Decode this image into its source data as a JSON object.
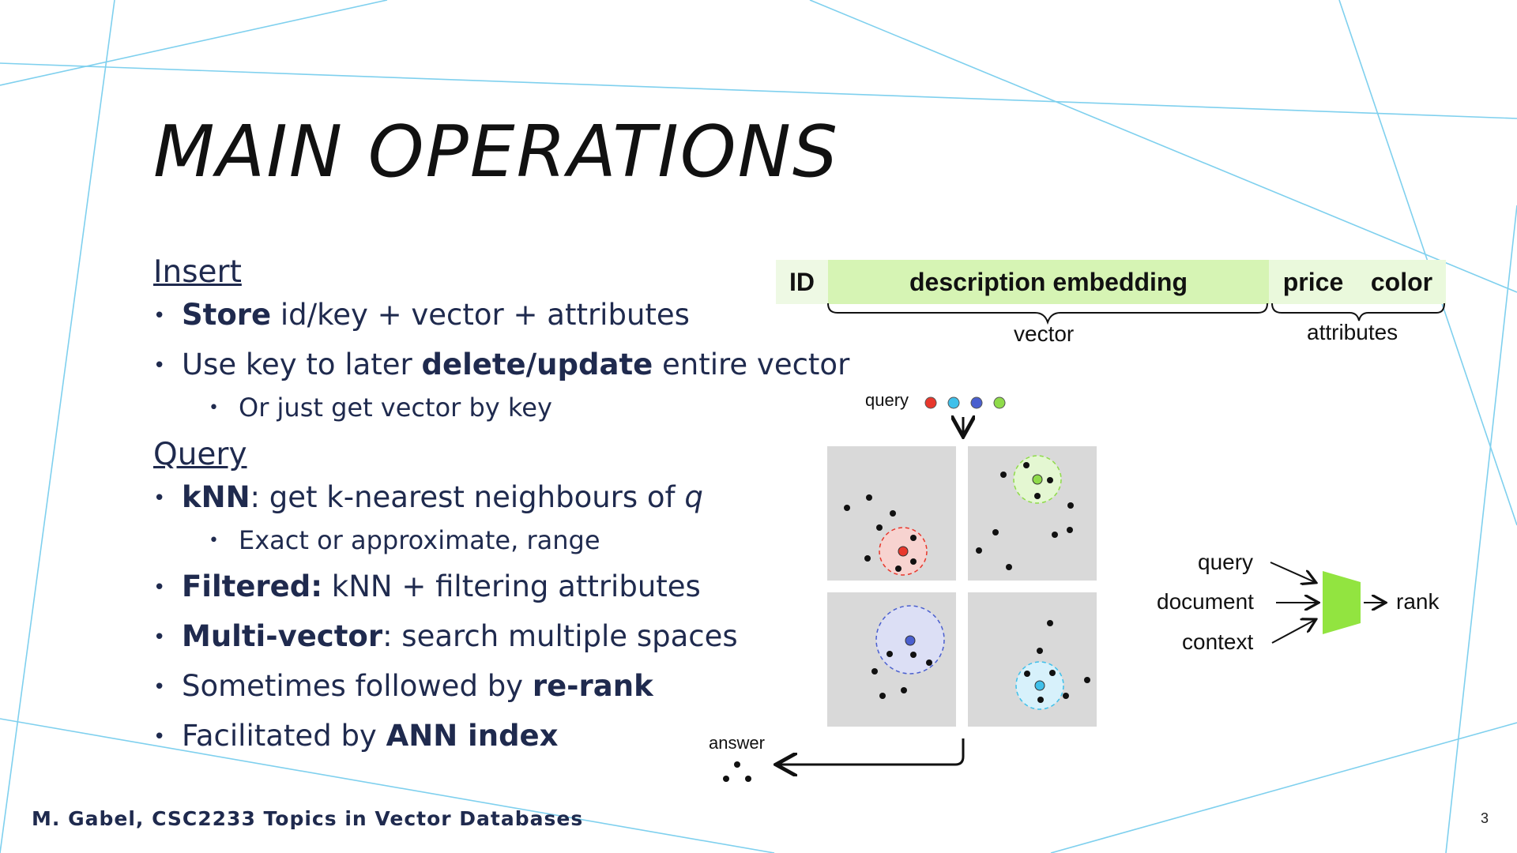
{
  "slide": {
    "title": "MAIN OPERATIONS",
    "footer": "M. Gabel, CSC2233 Topics in Vector Databases",
    "page_number": "3"
  },
  "insert": {
    "heading": "Insert",
    "bullet1": {
      "bold": "Store",
      "rest": " id/key + vector + attributes"
    },
    "bullet2": {
      "pre": "Use key to later ",
      "bold": "delete/update",
      "post": " entire vector"
    },
    "sub1": "Or just get vector by key"
  },
  "query": {
    "heading": "Query",
    "knn": {
      "bold": "kNN",
      "rest": ": get k-nearest neighbours of ",
      "var": "q"
    },
    "knn_sub": "Exact or approximate, range",
    "filtered": {
      "bold": "Filtered:",
      "rest": " kNN + filtering attributes"
    },
    "multi": {
      "bold": "Multi-vector",
      "rest": ": search multiple spaces"
    },
    "rerank": {
      "pre": "Sometimes followed by ",
      "bold": "re-rank"
    },
    "ann": {
      "pre": "Facilitated by ",
      "bold": "ANN index"
    }
  },
  "record": {
    "cells": [
      "ID",
      "description embedding",
      "price",
      "color"
    ],
    "brace_vector": "vector",
    "brace_attributes": "attributes",
    "colors": {
      "id": "#eef9e4",
      "embedding": "#d6f4b4",
      "attrs": "#eaf9dc"
    }
  },
  "search_diagram": {
    "query_label": "query",
    "answer_label": "answer",
    "query_colors": [
      "#e8372c",
      "#3fc0ea",
      "#4a5fcf",
      "#8fdb4a"
    ],
    "panel_color": "#d9d9d9"
  },
  "rerank_diagram": {
    "inputs": [
      "query",
      "document",
      "context"
    ],
    "output": "rank",
    "block_color": "#92e440"
  },
  "decor": {
    "line_color": "#7fd0ee"
  }
}
